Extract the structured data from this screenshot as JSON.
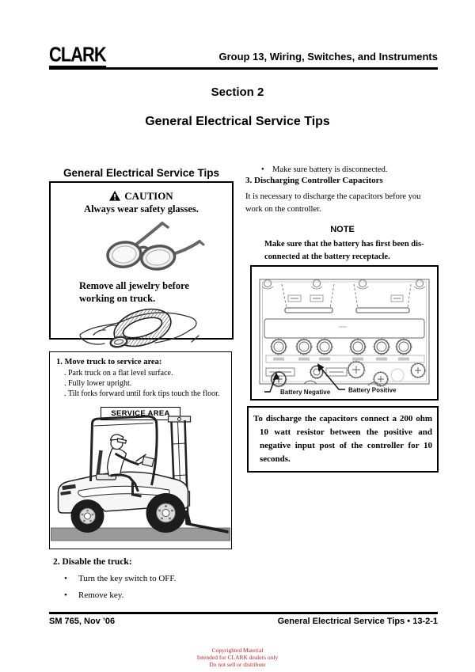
{
  "header": {
    "logo": "CLARK",
    "group_title": "Group 13, Wiring, Switches, and Instruments"
  },
  "titles": {
    "section": "Section 2",
    "page_title": "General Electrical Service Tips"
  },
  "left": {
    "column_heading": "General Electrical Service Tips",
    "caution_box": {
      "caution_label": "CAUTION",
      "glasses_text": "Always wear safety glasses.",
      "jewelry_text": "Remove all jewelry before working on truck."
    },
    "step1": {
      "title": "1. Move truck to service area:",
      "items": [
        ". Park truck on a flat level surface.",
        ". Fully lower upright.",
        ". Tilt forks forward until fork tips touch the floor."
      ],
      "sign_label": "SERVICE AREA"
    },
    "step2": {
      "title": "2. Disable the truck:",
      "bullet": "•",
      "items": [
        "Turn the key switch to OFF.",
        "Remove key."
      ]
    }
  },
  "right": {
    "bullet": "•",
    "battery_bullet": "Make sure battery is disconnected.",
    "step3_title": "3. Discharging Controller Capacitors",
    "paragraph": "It is necessary to discharge the capacitors before you work on the controller.",
    "note": {
      "label": "NOTE",
      "lines": [
        "Make sure that the battery has first been dis-",
        "connected at the battery receptacle."
      ]
    },
    "diagram": {
      "battery_negative": "Battery Negative",
      "battery_positive": "Battery Positive"
    },
    "discharge_note": "To discharge the capacitors connect a 200 ohm 10 watt resistor between the positive and negative input post of the controller for 10 seconds."
  },
  "footer": {
    "left": "SM 765, Nov ’06",
    "right": "General Electrical Service Tips • 13-2-1"
  },
  "copyright": {
    "lines": [
      "Copyrighted Material",
      "Intended for CLARK dealers only",
      "Do not sell or distribute"
    ],
    "color": "#cc2222"
  },
  "colors": {
    "ink": "#000000",
    "floor_gray": "#9a9a9a"
  }
}
